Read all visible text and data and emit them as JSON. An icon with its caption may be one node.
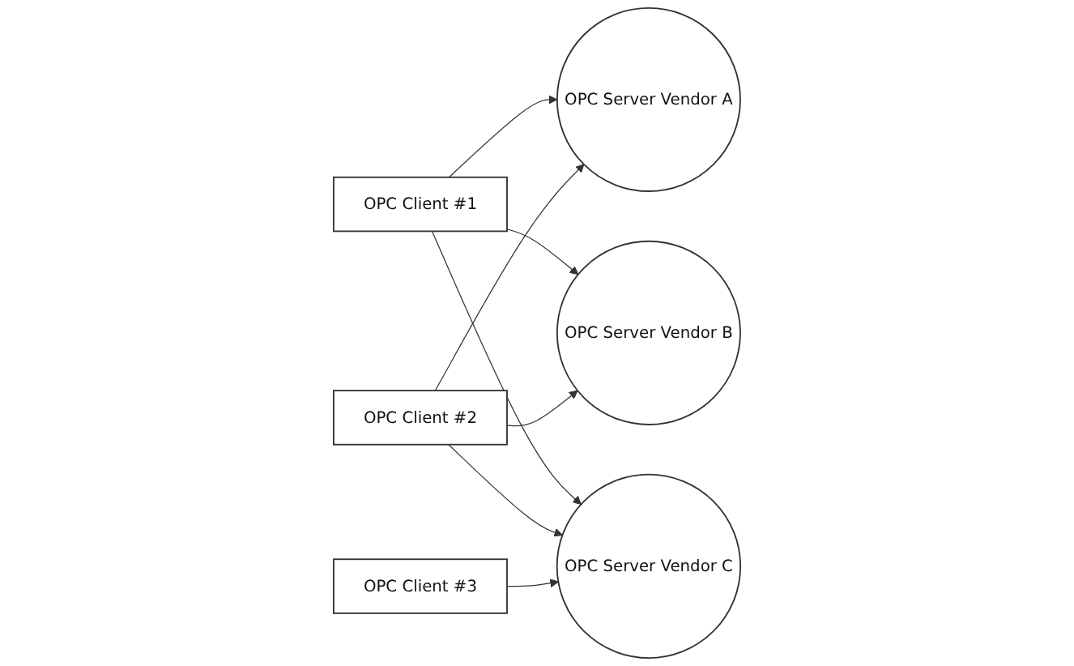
{
  "diagram": {
    "nodes": [
      {
        "text": [
          "OPC Server Vendor A"
        ]
      },
      {
        "text": [
          "OPC Client #1"
        ]
      },
      {
        "text": [
          "OPC Server Vendor B"
        ]
      },
      {
        "text": [
          "OPC Client #2"
        ]
      },
      {
        "text": [
          "OPC Server Vendor C"
        ]
      },
      {
        "text": [
          "OPC Client #3"
        ]
      }
    ],
    "edges": [
      {
        "from": 1,
        "to": 0,
        "arrow": "to"
      },
      {
        "from": 3,
        "to": 0,
        "arrow": "to"
      },
      {
        "from": 1,
        "to": 2,
        "arrow": "to"
      },
      {
        "from": 3,
        "to": 2,
        "arrow": "to"
      },
      {
        "from": 1,
        "to": 4,
        "arrow": "to"
      },
      {
        "from": 3,
        "to": 4,
        "arrow": "to"
      },
      {
        "from": 5,
        "to": 4,
        "arrow": "to"
      }
    ]
  }
}
